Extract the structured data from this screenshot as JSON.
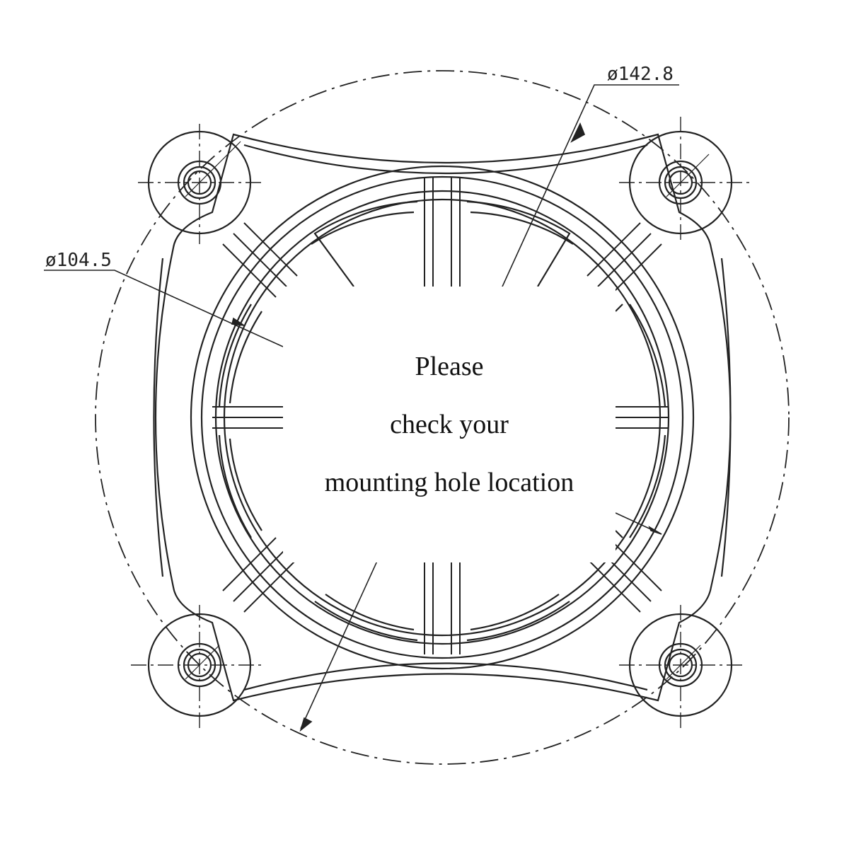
{
  "drawing": {
    "dimension_outer": "ø142.8",
    "dimension_inner": "ø104.5"
  },
  "notice": {
    "line1": "Please",
    "line2": "check your",
    "line3": "mounting hole location"
  },
  "colors": {
    "ink": "#222222",
    "paper": "#ffffff"
  }
}
